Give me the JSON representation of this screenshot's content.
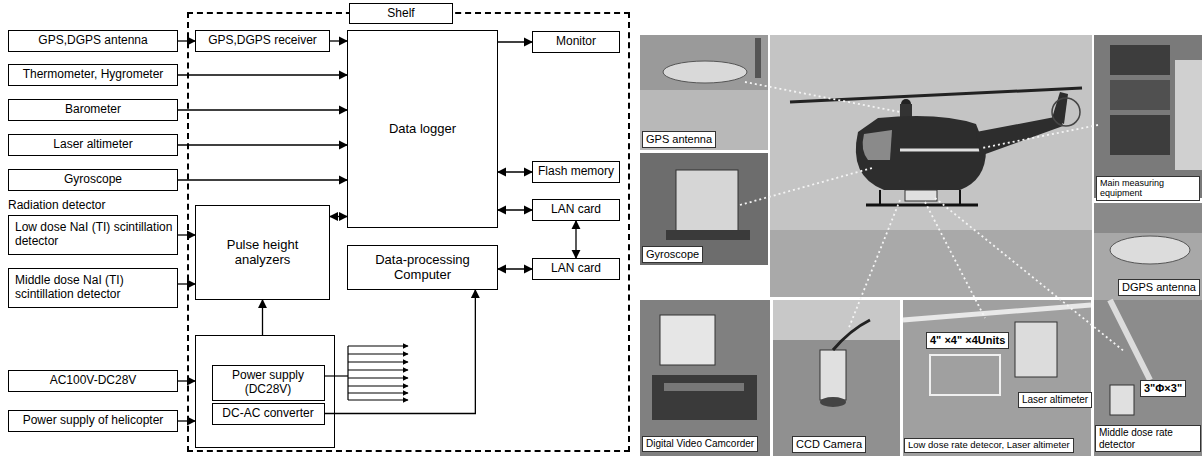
{
  "diagram": {
    "nodes": [
      {
        "text": [
          "Shelf"
        ]
      },
      {
        "text": [
          "GPS,DGPS antenna"
        ]
      },
      {
        "text": [
          "GPS,DGPS receiver"
        ],
        "in": 0
      },
      {
        "text": [
          "Thermometer, Hygrometer"
        ]
      },
      {
        "text": [
          "Barometer"
        ]
      },
      {
        "text": [
          "Laser altimeter"
        ]
      },
      {
        "text": [
          "Gyroscope"
        ]
      },
      {
        "text": [
          "Low dose NaI (TI) scintillation detector"
        ]
      },
      {
        "text": [
          "Middle dose NaI (TI) scintillation detector"
        ]
      },
      {
        "text": [
          "AC100V-DC28V"
        ]
      },
      {
        "text": [
          "Power supply of helicopter"
        ]
      },
      {
        "text": [
          "Data logger"
        ],
        "in": 0
      },
      {
        "text": [
          "Pulse height analyzers"
        ],
        "in": 0
      },
      {
        "text": [
          "Data-processing Computer"
        ],
        "in": 0
      },
      {
        "text": [
          "Monitor"
        ],
        "in": 0
      },
      {
        "text": [
          "Flash memory"
        ],
        "in": 0
      },
      {
        "text": [
          "LAN card"
        ],
        "in": 0
      },
      {
        "text": [
          "LAN card"
        ],
        "in": 0
      },
      {
        "text": [],
        "in": 0
      },
      {
        "text": [
          "Power supply (DC28V)"
        ],
        "in": 18
      },
      {
        "text": [
          "DC-AC converter"
        ],
        "in": 18
      }
    ],
    "edges": [
      {
        "from": 1,
        "to": 2,
        "arrow": "to"
      },
      {
        "from": 2,
        "to": 11,
        "arrow": "to"
      },
      {
        "from": 3,
        "to": 11,
        "arrow": "to"
      },
      {
        "from": 4,
        "to": 11,
        "arrow": "to"
      },
      {
        "from": 5,
        "to": 11,
        "arrow": "to"
      },
      {
        "from": 6,
        "to": 11,
        "arrow": "to"
      },
      {
        "from": 7,
        "to": 12,
        "arrow": "to"
      },
      {
        "from": 8,
        "to": 12,
        "arrow": "to"
      },
      {
        "from": 12,
        "to": 11,
        "arrow": "both"
      },
      {
        "from": 11,
        "to": 14,
        "arrow": "to"
      },
      {
        "from": 11,
        "to": 15,
        "arrow": "both"
      },
      {
        "from": 11,
        "to": 16,
        "arrow": "both"
      },
      {
        "from": 16,
        "to": 17,
        "arrow": "both"
      },
      {
        "from": 17,
        "to": 13,
        "arrow": "both"
      },
      {
        "from": 9,
        "to": 18,
        "arrow": "to"
      },
      {
        "from": 10,
        "to": 18,
        "arrow": "to"
      },
      {
        "from": 18,
        "to": 12,
        "arrow": "to"
      },
      {
        "from": 20,
        "to": 13,
        "arrow": "to"
      }
    ],
    "labels": [
      "Radiation detector",
      "GPS antenna",
      "Gyroscope",
      "Main measuring equipment",
      "DGPS antenna",
      "Digital Video Camcorder",
      "CCD Camera",
      "4\" ×4\" ×4Units",
      "Laser altimeter",
      "Low dose rate detecor, Laser altimeter",
      "3\"Φ×3\"",
      "Middle dose rate detector"
    ]
  }
}
